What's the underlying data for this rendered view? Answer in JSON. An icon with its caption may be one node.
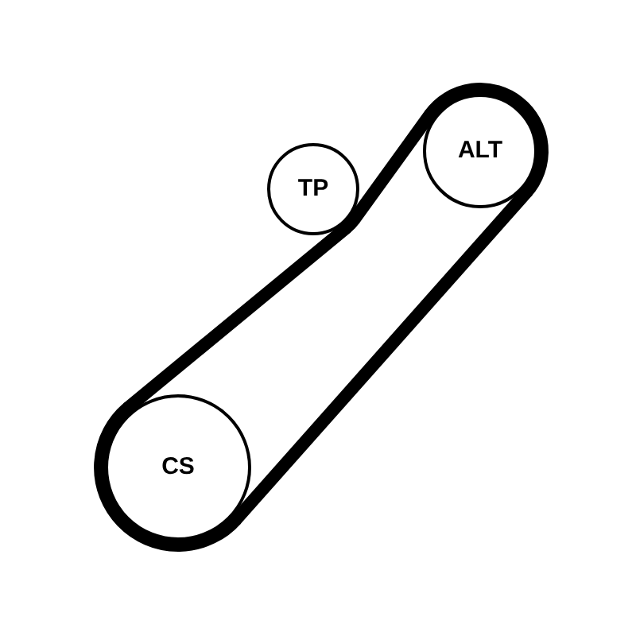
{
  "diagram": {
    "nodes": [
      {
        "text": [
          "ALT"
        ]
      },
      {
        "text": [
          "TP"
        ]
      },
      {
        "text": [
          "CS"
        ]
      }
    ],
    "edges": [
      {
        "from": 2,
        "to": 1,
        "arrow": "none"
      },
      {
        "from": 1,
        "to": 0,
        "arrow": "none"
      },
      {
        "from": 0,
        "to": 2,
        "arrow": "none"
      }
    ]
  }
}
